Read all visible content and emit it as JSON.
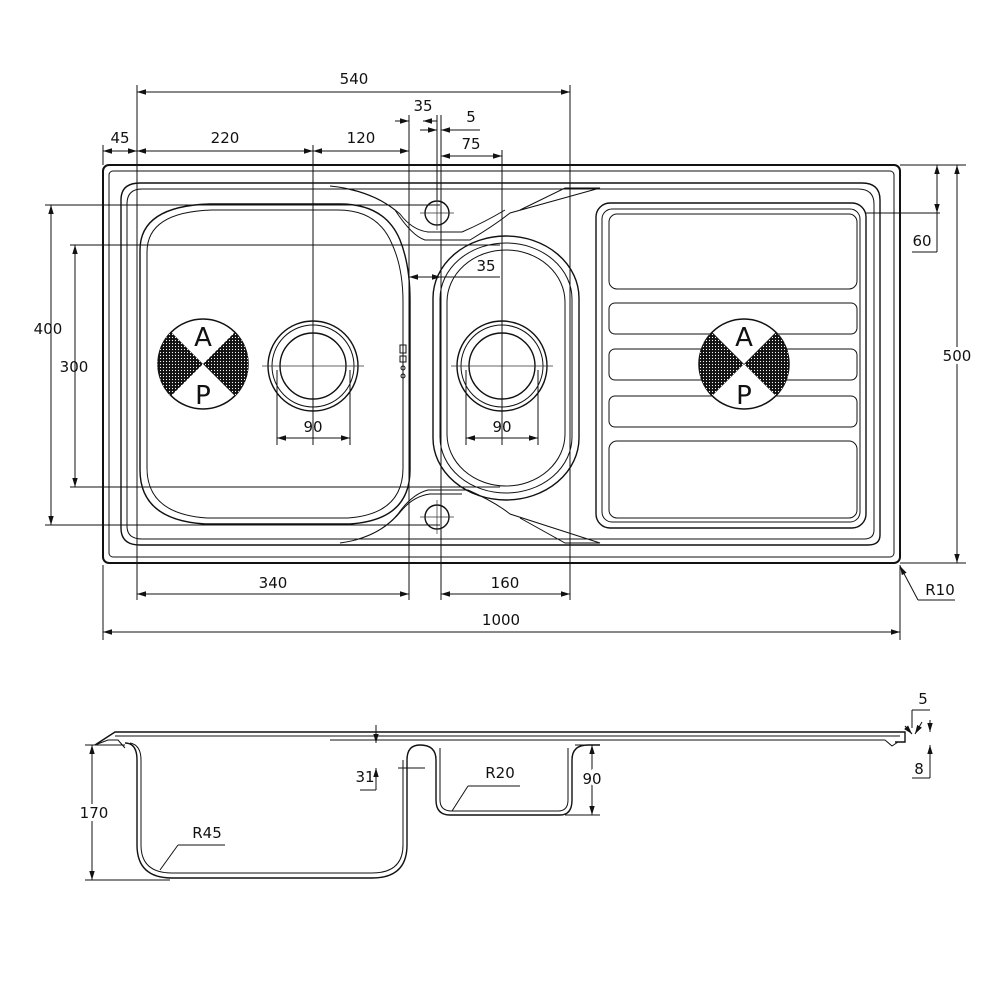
{
  "top_view": {
    "dimensions": {
      "overall_drain_width": "540",
      "left_margin": "45",
      "left_bowl_to_center": "220",
      "left_center_to_edge": "120",
      "tap_hole_offset": "35",
      "tap_hole_spacing": "5",
      "right_bowl_to_center": "75",
      "inner_gap": "35",
      "left_bowl_width": "340",
      "right_bowl_width": "160",
      "overall_width": "1000",
      "left_bowl_height": "400",
      "right_bowl_height": "300",
      "overall_height": "500",
      "edge_offset": "60",
      "corner_radius": "R10",
      "left_waste_diameter": "90",
      "right_waste_diameter": "90"
    },
    "logo_letters": [
      "A",
      "P"
    ]
  },
  "side_view": {
    "dimensions": {
      "left_bowl_depth": "170",
      "left_bowl_radius": "R45",
      "step_depth": "31",
      "right_bowl_radius": "R20",
      "right_bowl_depth": "90",
      "rim_thickness": "5",
      "rim_height": "8"
    }
  }
}
